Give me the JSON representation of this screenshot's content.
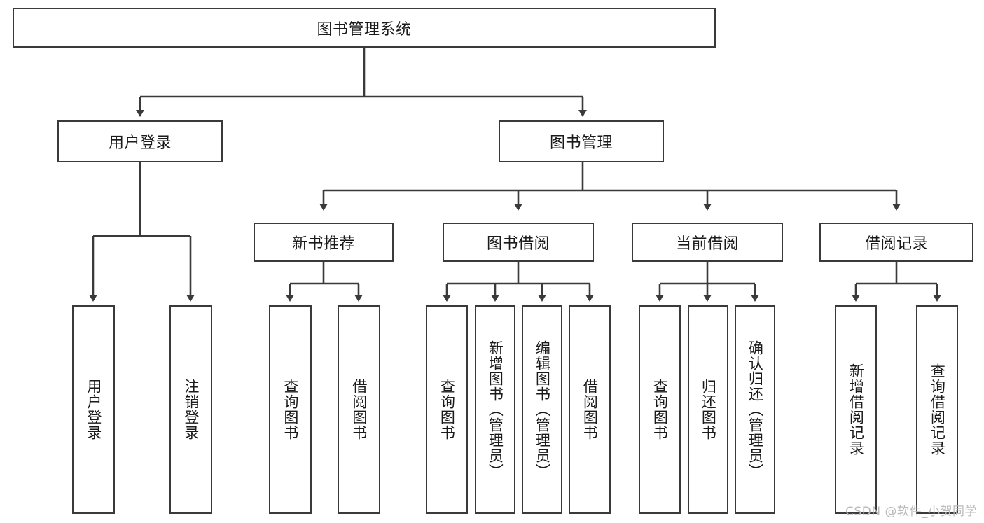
{
  "diagram": {
    "title": "图书管理系统",
    "watermark": "CSDN @软件_小贺同学",
    "colors": {
      "stroke": "#3a3a3a",
      "fill": "#ffffff",
      "text": "#1a1a1a",
      "watermark": "#b9b9b9"
    },
    "root": {
      "label": "图书管理系统"
    },
    "level2": [
      {
        "label": "用户登录"
      },
      {
        "label": "图书管理"
      }
    ],
    "level3": [
      {
        "label": "新书推荐"
      },
      {
        "label": "图书借阅"
      },
      {
        "label": "当前借阅"
      },
      {
        "label": "借阅记录"
      }
    ],
    "leaves_user_login": [
      {
        "label": "用户登录"
      },
      {
        "label": "注销登录"
      }
    ],
    "leaves_new_book": [
      {
        "label": "查询图书"
      },
      {
        "label": "借阅图书"
      }
    ],
    "leaves_borrow": [
      {
        "label": "查询图书"
      },
      {
        "label": "新增图书（管理员）"
      },
      {
        "label": "编辑图书（管理员）"
      },
      {
        "label": "借阅图书"
      }
    ],
    "leaves_current": [
      {
        "label": "查询图书"
      },
      {
        "label": "归还图书"
      },
      {
        "label": "确认归还（管理员）"
      }
    ],
    "leaves_records": [
      {
        "label": "新增借阅记录"
      },
      {
        "label": "查询借阅记录"
      }
    ]
  }
}
